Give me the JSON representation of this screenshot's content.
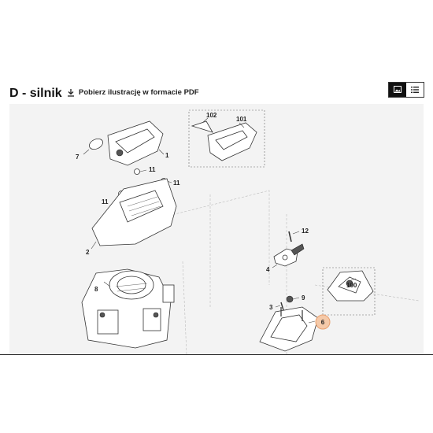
{
  "header": {
    "title": "D - silnik",
    "pdf_link_label": "Pobierz ilustrację w formacie PDF",
    "view_toggle": [
      {
        "name": "image-view",
        "icon": "image-icon",
        "active": true
      },
      {
        "name": "list-view",
        "icon": "list-icon",
        "active": false
      }
    ]
  },
  "diagram": {
    "callouts": [
      {
        "id": "7",
        "label": "7"
      },
      {
        "id": "1",
        "label": "1"
      },
      {
        "id": "102",
        "label": "102"
      },
      {
        "id": "101",
        "label": "101"
      },
      {
        "id": "11a",
        "label": "11"
      },
      {
        "id": "11b",
        "label": "11"
      },
      {
        "id": "11c",
        "label": "11"
      },
      {
        "id": "2",
        "label": "2"
      },
      {
        "id": "12",
        "label": "12"
      },
      {
        "id": "4",
        "label": "4"
      },
      {
        "id": "100",
        "label": "100"
      },
      {
        "id": "8",
        "label": "8"
      },
      {
        "id": "9",
        "label": "9"
      },
      {
        "id": "3",
        "label": "3"
      },
      {
        "id": "6",
        "label": "6",
        "highlighted": true
      }
    ],
    "highlight_color": "#f5c9a8",
    "highlight_border": "#e8a070"
  }
}
